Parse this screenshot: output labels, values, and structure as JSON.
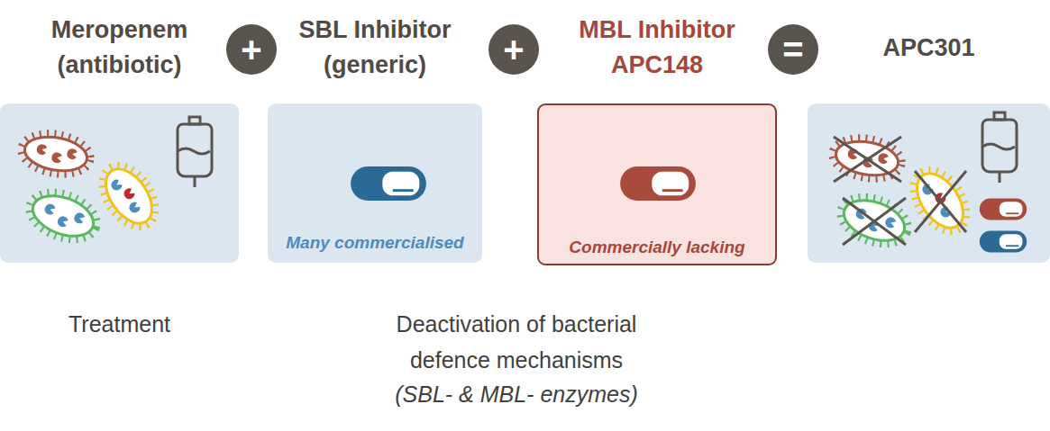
{
  "diagram": {
    "nodes": [
      {
        "text": [
          "Meropenem (antibiotic)"
        ]
      },
      {
        "text": [
          "+"
        ]
      },
      {
        "text": [
          "SBL Inhibitor (generic)",
          "Many commercialised"
        ]
      },
      {
        "text": [
          "+"
        ]
      },
      {
        "text": [
          "MBL Inhibitor APC148",
          "Commercially lacking"
        ]
      },
      {
        "text": [
          "="
        ]
      },
      {
        "text": [
          "APC301"
        ]
      }
    ],
    "labels": [
      "Treatment",
      "Deactivation of bacterial defence mechanisms",
      "(SBL- & MBL- enzymes)"
    ]
  }
}
